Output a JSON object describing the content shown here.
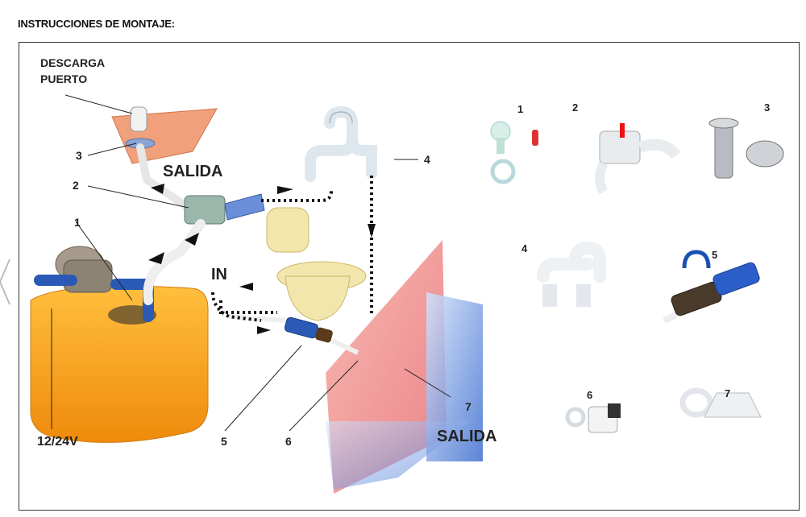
{
  "page_title": "INSTRUCCIONES DE MONTAJE:",
  "labels": {
    "descarga": "DESCARGA",
    "puerto": "PUERTO",
    "salida_top": "SALIDA",
    "in": "IN",
    "power": "12/24V",
    "salida_bottom": "SALIDA"
  },
  "callouts": [
    "1",
    "2",
    "3",
    "4",
    "5",
    "6",
    "7"
  ],
  "parts": [
    "1",
    "2",
    "3",
    "4",
    "5",
    "6",
    "7"
  ],
  "colors": {
    "tank": "#f7a21b",
    "pipe_blue": "#2a5ab5",
    "hull_pink": "#f28a8a",
    "water_blue": "#4a78d8",
    "toilet": "#f1e3a6"
  }
}
